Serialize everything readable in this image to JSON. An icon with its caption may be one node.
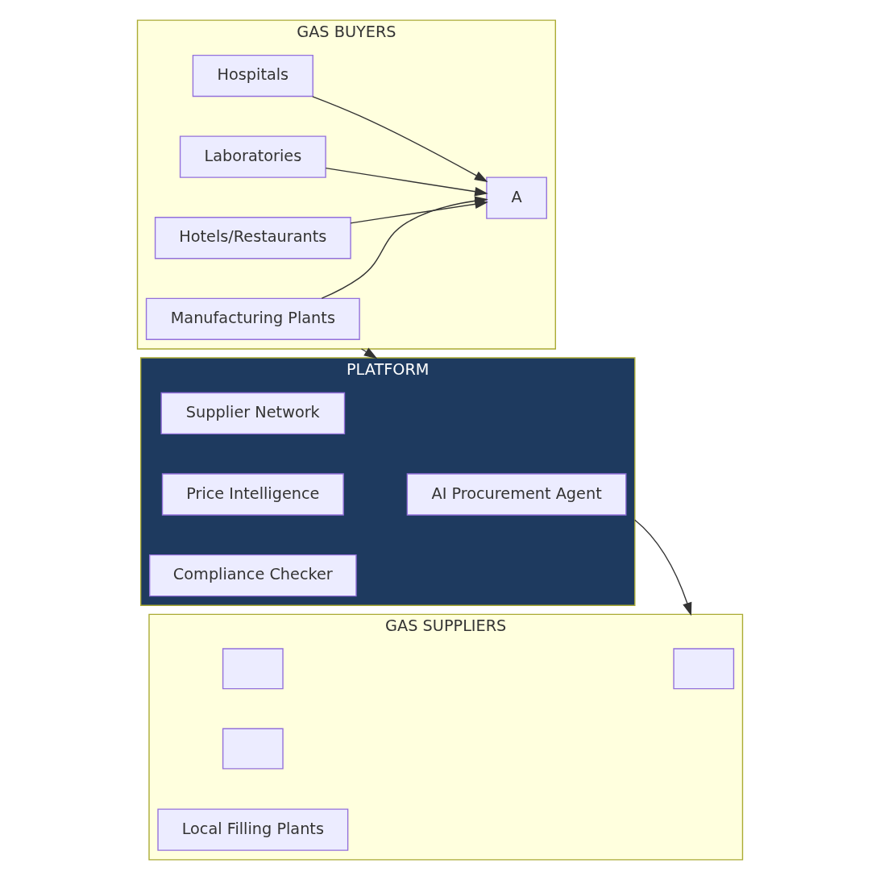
{
  "diagram": {
    "nodes": [
      {
        "text": [
          "GAS BUYERS"
        ]
      },
      {
        "text": [
          "Manufacturing Plants"
        ],
        "in": 0
      },
      {
        "text": [
          "Hospitals"
        ],
        "in": 0
      },
      {
        "text": [
          "Laboratories"
        ],
        "in": 0
      },
      {
        "text": [
          "Hotels/Restaurants"
        ],
        "in": 0
      },
      {
        "text": [
          "A"
        ],
        "in": 0
      },
      {
        "text": [
          "PLATFORM"
        ]
      },
      {
        "text": [
          "AI Procurement Agent"
        ],
        "in": 6
      },
      {
        "text": [
          "Supplier Network"
        ],
        "in": 6
      },
      {
        "text": [
          "Price Intelligence"
        ],
        "in": 6
      },
      {
        "text": [
          "Compliance Checker"
        ],
        "in": 6
      },
      {
        "text": [
          "GAS SUPPLIERS"
        ]
      },
      {
        "text": [],
        "shape": "box",
        "in": 11
      },
      {
        "text": [],
        "shape": "box",
        "in": 11
      },
      {
        "text": [],
        "shape": "box",
        "in": 11
      },
      {
        "text": [
          "Local Filling Plants"
        ],
        "in": 11
      }
    ],
    "edges": [
      {
        "from": 1,
        "to": 5,
        "arrow": "to"
      },
      {
        "from": 2,
        "to": 5,
        "arrow": "to"
      },
      {
        "from": 3,
        "to": 5,
        "arrow": "to"
      },
      {
        "from": 4,
        "to": 5,
        "arrow": "to"
      },
      {
        "from": 0,
        "to": 6,
        "arrow": "to"
      },
      {
        "from": 6,
        "to": 11,
        "arrow": "to"
      }
    ]
  }
}
